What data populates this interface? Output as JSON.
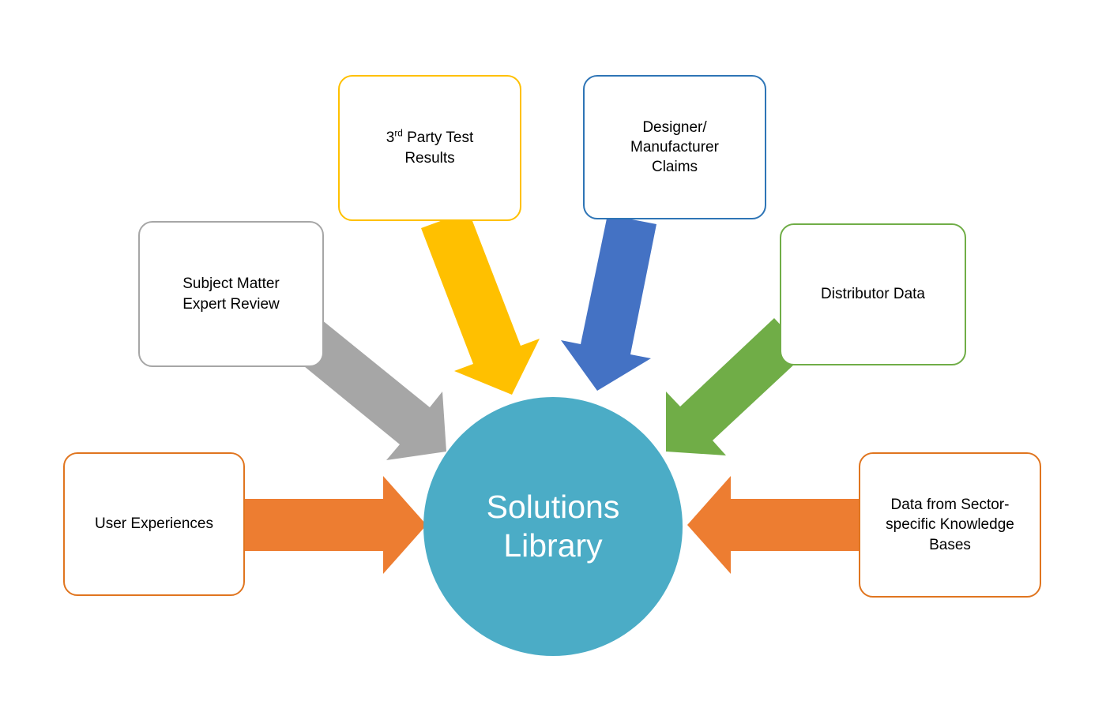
{
  "diagram": {
    "title": "Solutions Library sources diagram",
    "center": {
      "label": "Solutions Library",
      "line1": "Solutions",
      "line2": "Library",
      "fill_color": "#4BACC6",
      "text_color": "#FFFFFF"
    },
    "boxes": [
      {
        "label": "User Experiences",
        "border_color": "#E0751F"
      },
      {
        "label": "Subject Matter Expert Review",
        "border_color": "#A6A6A6"
      },
      {
        "line1_num": "3",
        "line1_sup": "rd",
        "line1_rest": " Party Test",
        "line2": "Results",
        "border_color": "#FFC000"
      },
      {
        "label": "Designer/ Manufacturer Claims",
        "border_color": "#2E75B6"
      },
      {
        "label": "Distributor Data",
        "border_color": "#70AD47"
      },
      {
        "label": "Data from Sector-specific Knowledge Bases",
        "border_color": "#E0751F"
      }
    ],
    "arrows": [
      {
        "name": "user-experiences-to-library",
        "color": "#ED7D31"
      },
      {
        "name": "subject-matter-expert-review-to-library",
        "color": "#A6A6A6"
      },
      {
        "name": "third-party-test-results-to-library",
        "color": "#FFC000"
      },
      {
        "name": "designer-manufacturer-claims-to-library",
        "color": "#4472C4"
      },
      {
        "name": "distributor-data-to-library",
        "color": "#70AD47"
      },
      {
        "name": "sector-knowledge-bases-to-library",
        "color": "#ED7D31"
      }
    ]
  }
}
